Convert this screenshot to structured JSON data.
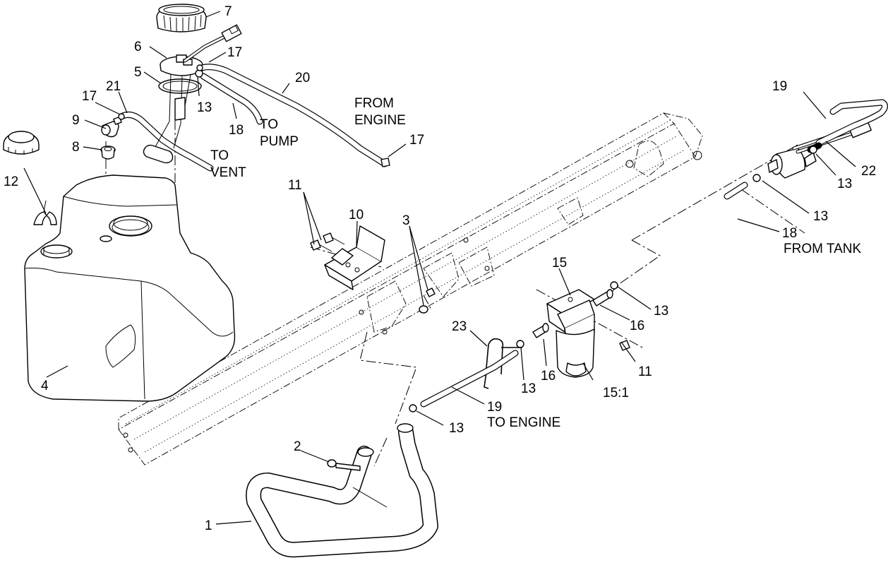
{
  "callouts": {
    "c1": "1",
    "c2": "2",
    "c3": "3",
    "c4": "4",
    "c5": "5",
    "c6": "6",
    "c7": "7",
    "c8": "8",
    "c9": "9",
    "c10": "10",
    "c11a": "11",
    "c11b": "11",
    "c12": "12",
    "c13a": "13",
    "c13b": "13",
    "c13c": "13",
    "c13d": "13",
    "c13e": "13",
    "c13f": "13",
    "c15": "15",
    "c15_1": "15:1",
    "c16a": "16",
    "c16b": "16",
    "c17a": "17",
    "c17b": "17",
    "c17c": "17",
    "c18a": "18",
    "c18b": "18",
    "c19a": "19",
    "c19b": "19",
    "c20": "20",
    "c21": "21",
    "c22": "22",
    "c23": "23"
  },
  "notes": {
    "from_engine_1": "FROM",
    "from_engine_2": "ENGINE",
    "to_pump_1": "TO",
    "to_pump_2": "PUMP",
    "to_vent_1": "TO",
    "to_vent_2": "VENT",
    "from_tank": "FROM TANK",
    "to_engine": "TO ENGINE"
  }
}
